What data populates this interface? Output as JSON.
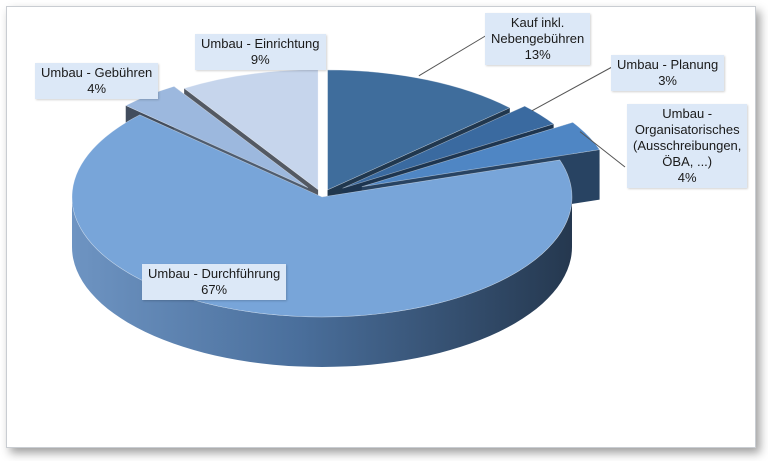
{
  "chart_data": {
    "type": "pie",
    "style": "3d-exploded",
    "title": "",
    "slices": [
      {
        "label_lines": [
          "Kauf inkl.",
          "Nebengebühren"
        ],
        "value_text": "13%",
        "value": 13,
        "color": "#3f6d9c"
      },
      {
        "label_lines": [
          "Umbau - Planung"
        ],
        "value_text": "3%",
        "value": 3,
        "color": "#3a6aa0"
      },
      {
        "label_lines": [
          "Umbau -",
          "Organisatorisches",
          "(Ausschreibungen,",
          "ÖBA, ...)"
        ],
        "value_text": "4%",
        "value": 4,
        "color": "#4f86c4"
      },
      {
        "label_lines": [
          "Umbau - Durchführung"
        ],
        "value_text": "67%",
        "value": 67,
        "color": "#78a5d9"
      },
      {
        "label_lines": [
          "Umbau - Gebühren"
        ],
        "value_text": "4%",
        "value": 4,
        "color": "#9cb8de"
      },
      {
        "label_lines": [
          "Umbau - Einrichtung"
        ],
        "value_text": "9%",
        "value": 9,
        "color": "#c6d5ec"
      }
    ],
    "legend": "none",
    "data_labels": "callouts"
  }
}
